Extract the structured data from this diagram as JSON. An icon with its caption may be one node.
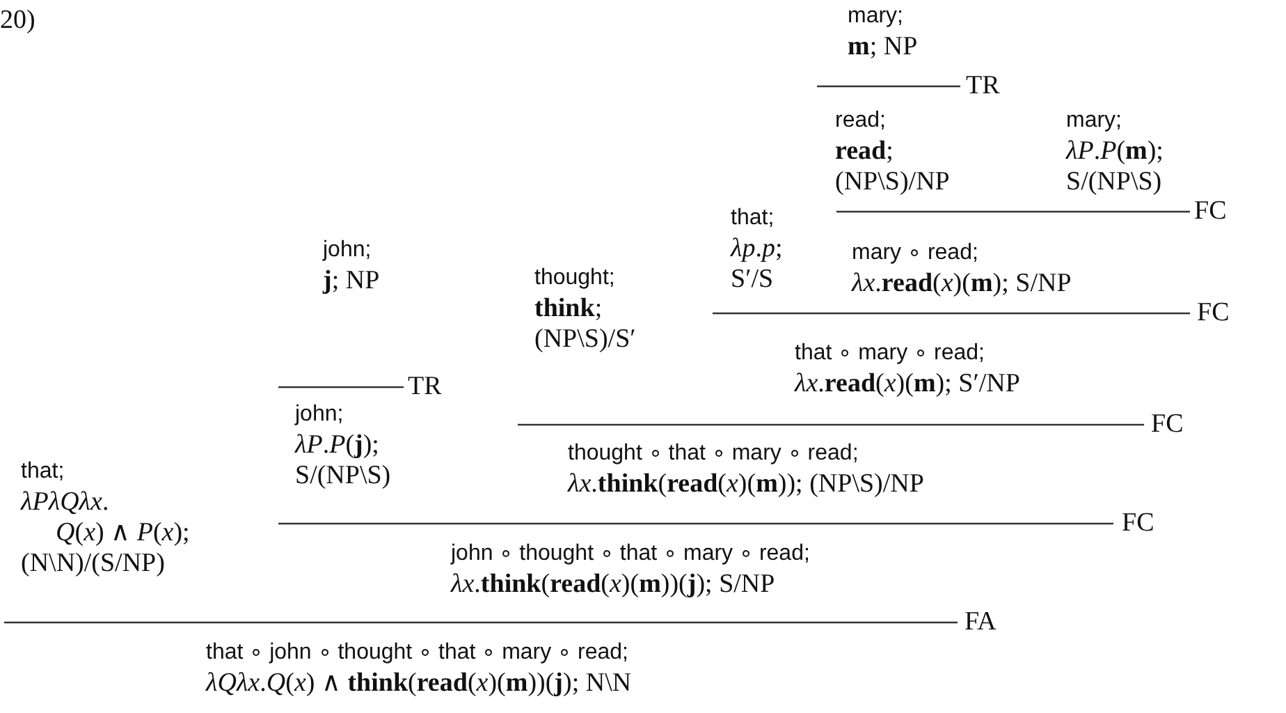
{
  "diagram": {
    "nodes": [
      {
        "text": [
          "mary;",
          "**m**; NP"
        ]
      },
      {
        "text": [
          "read;",
          "**read**;",
          "(NP\\S)/NP"
        ]
      },
      {
        "text": [
          "mary;",
          "*λP*.*P*(**m**);",
          "S/(NP\\S)"
        ]
      },
      {
        "text": [
          "that;",
          "*λp*.*p*;",
          "S′/S"
        ]
      },
      {
        "text": [
          "mary ∘ read;",
          "*λx*.**read**(*x*)(**m**); S/NP"
        ]
      },
      {
        "text": [
          "john;",
          "**j**; NP"
        ]
      },
      {
        "text": [
          "thought;",
          "**think**;",
          "(NP\\S)/S′"
        ]
      },
      {
        "text": [
          "that ∘ mary ∘ read;",
          "*λx*.**read**(*x*)(**m**); S′/NP"
        ]
      },
      {
        "text": [
          "john;",
          "*λP*.*P*(**j**);",
          "S/(NP\\S)"
        ]
      },
      {
        "text": [
          "thought ∘ that ∘ mary ∘ read;",
          "*λx*.**think**(**read**(*x*)(**m**)); (NP\\S)/NP"
        ]
      },
      {
        "text": [
          "that;",
          "*λPλQλx*.",
          "*Q*(*x*) ∧ *P*(*x*);",
          "(N\\N)/(S/NP)"
        ]
      },
      {
        "text": [
          "john ∘ thought ∘ that ∘ mary ∘ read;",
          "*λx*.**think**(**read**(*x*)(**m**))(**j**); S/NP"
        ]
      },
      {
        "text": [
          "that ∘ john ∘ thought ∘ that ∘ mary ∘ read;",
          "*λQλx*.*Q*(*x*) ∧ **think**(**read**(*x*)(**m**))(**j**); N\\N"
        ]
      }
    ],
    "labels": [
      "20)",
      "TR",
      "FC",
      "FC",
      "TR",
      "FC",
      "FC",
      "FA"
    ]
  }
}
